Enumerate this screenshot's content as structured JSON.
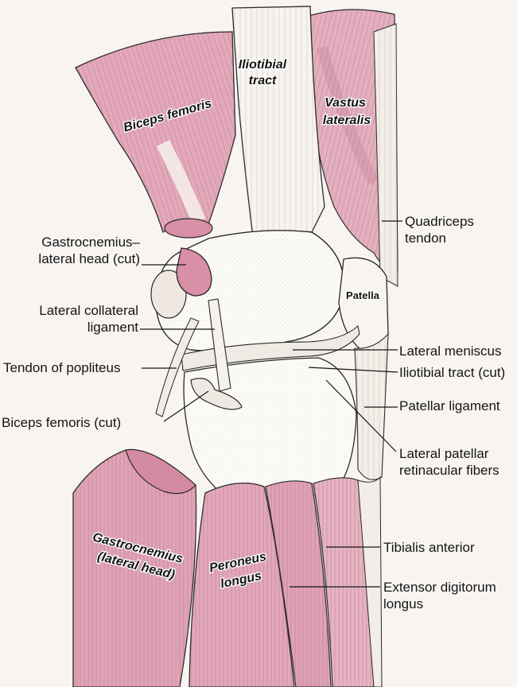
{
  "colors": {
    "muscle": "#e2a7b8",
    "muscle_dark": "#c97b93",
    "tendon": "#f5f1ec",
    "bone": "#fbfaf7",
    "ink": "#1b1b1b",
    "background": "#f7f4f1"
  },
  "inline_labels": {
    "iliotibial_tract": [
      "Iliotibial",
      "tract"
    ],
    "vastus_lateralis": [
      "Vastus",
      "lateralis"
    ],
    "biceps_femoris": "Biceps femoris",
    "patella": "Patella",
    "gastrocnemius_lateral_head": [
      "Gastrocnemius",
      "(lateral head)"
    ],
    "peroneus_longus": [
      "Peroneus",
      "longus"
    ]
  },
  "callouts": {
    "gastrocnemius_cut": [
      "Gastrocnemius–",
      "lateral head (cut)"
    ],
    "lateral_collateral_ligament": [
      "Lateral collateral",
      "ligament"
    ],
    "tendon_of_popliteus": "Tendon of popliteus",
    "biceps_femoris_cut": "Biceps femoris (cut)",
    "quadriceps_tendon": [
      "Quadriceps",
      "tendon"
    ],
    "lateral_meniscus": "Lateral meniscus",
    "iliotibial_tract_cut": "Iliotibial tract (cut)",
    "patellar_ligament": "Patellar ligament",
    "lateral_patellar_retinacular_fibers": [
      "Lateral patellar",
      "retinacular fibers"
    ],
    "tibialis_anterior": "Tibialis anterior",
    "extensor_digitorum_longus": [
      "Extensor digitorum",
      "longus"
    ]
  }
}
